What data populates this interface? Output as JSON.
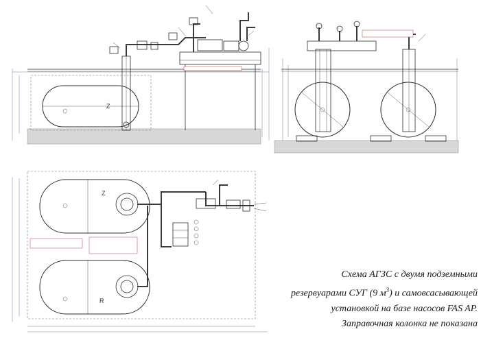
{
  "caption": {
    "line1": "Схема АГЗС с двумя подземными",
    "line2_pre": "резервуарами СУГ (9 м",
    "line2_sup": "3",
    "line2_post": ") и самовсасывающей",
    "line3": "установкой на базе насосов FAS AP.",
    "line4": "Заправочная колонка не показана"
  },
  "tank_labels": {
    "elev_tank": "Z",
    "plan_tank_top": "Z",
    "plan_tank_bottom": "R"
  },
  "colors": {
    "line": "#2b2b2b",
    "dimension": "#6a7fa8",
    "note_red": "#c0392b",
    "ground": "#d8d8d8"
  }
}
